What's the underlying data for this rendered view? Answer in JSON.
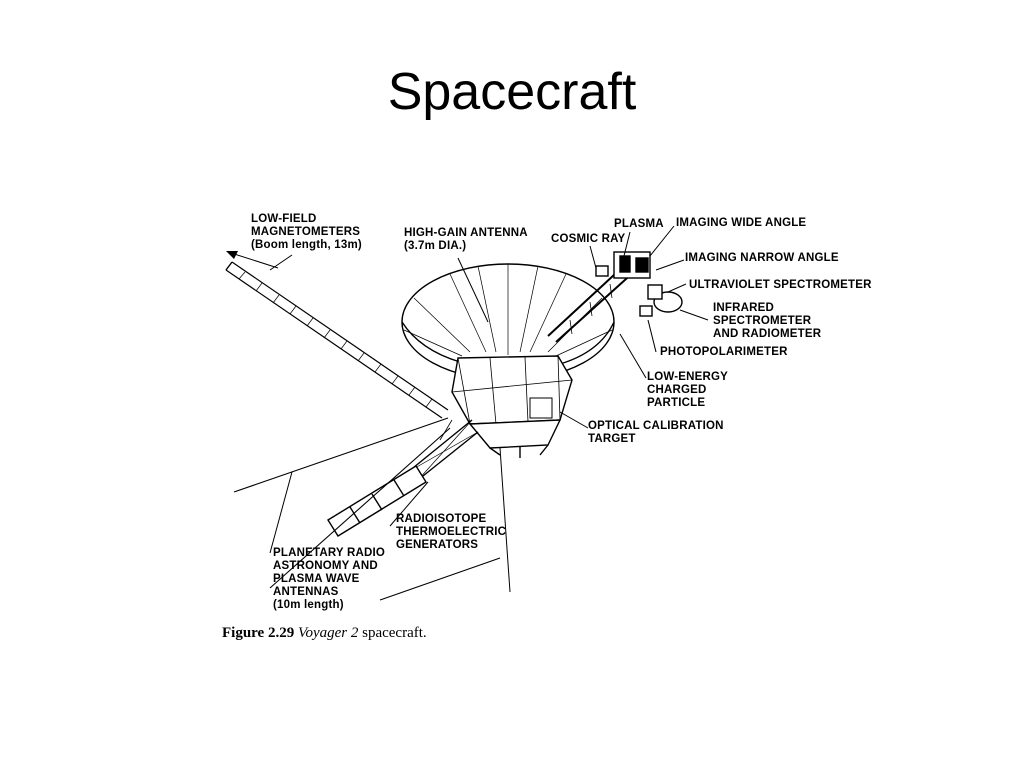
{
  "slide": {
    "title": "Spacecraft"
  },
  "labels": {
    "low_field_magnetometers": [
      "LOW-FIELD",
      "MAGNETOMETERS",
      "(Boom length, 13m)"
    ],
    "high_gain_antenna": [
      "HIGH-GAIN ANTENNA",
      "(3.7m DIA.)"
    ],
    "cosmic_ray": [
      "COSMIC RAY"
    ],
    "plasma": [
      "PLASMA"
    ],
    "imaging_wide_angle": [
      "IMAGING WIDE ANGLE"
    ],
    "imaging_narrow_angle": [
      "IMAGING NARROW ANGLE"
    ],
    "ultraviolet_spectrometer": [
      "ULTRAVIOLET SPECTROMETER"
    ],
    "infrared_spectrometer": [
      "INFRARED",
      "SPECTROMETER",
      "AND RADIOMETER"
    ],
    "photopolarimeter": [
      "PHOTOPOLARIMETER"
    ],
    "low_energy_charged_particle": [
      "LOW-ENERGY",
      "CHARGED",
      "PARTICLE"
    ],
    "optical_calibration_target": [
      "OPTICAL CALIBRATION",
      "TARGET"
    ],
    "rtg": [
      "RADIOISOTOPE",
      "THERMOELECTRIC",
      "GENERATORS"
    ],
    "planetary_radio": [
      "PLANETARY RADIO",
      "ASTRONOMY AND",
      "PLASMA WAVE",
      "ANTENNAS",
      "(10m length)"
    ]
  },
  "caption": {
    "figure": "Figure 2.29",
    "craft": "Voyager 2",
    "rest": "spacecraft."
  }
}
